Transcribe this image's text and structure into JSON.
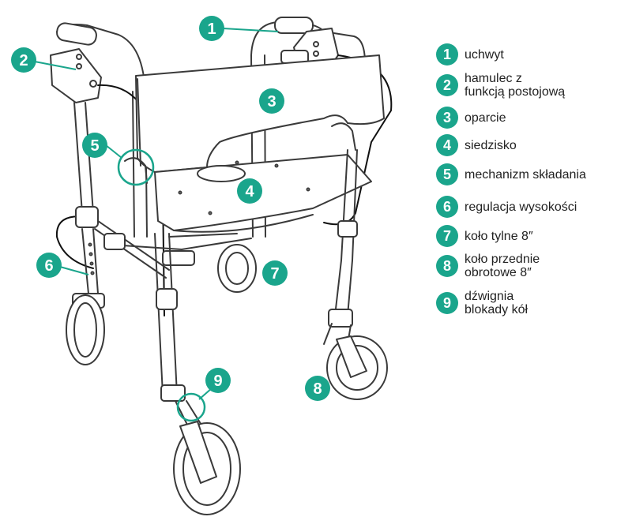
{
  "colors": {
    "accent": "#1aa58c",
    "outline": "#3a3a3a",
    "fill": "#ffffff"
  },
  "markers": [
    {
      "num": "1"
    },
    {
      "num": "2"
    },
    {
      "num": "3"
    },
    {
      "num": "4"
    },
    {
      "num": "5"
    },
    {
      "num": "6"
    },
    {
      "num": "7"
    },
    {
      "num": "8"
    },
    {
      "num": "9"
    }
  ],
  "legend": [
    {
      "num": "1",
      "label": "uchwyt"
    },
    {
      "num": "2",
      "label": "hamulec z\nfunkcją postojową"
    },
    {
      "num": "3",
      "label": "oparcie"
    },
    {
      "num": "4",
      "label": "siedzisko"
    },
    {
      "num": "5",
      "label": "mechanizm składania"
    },
    {
      "num": "6",
      "label": "regulacja wysokości"
    },
    {
      "num": "7",
      "label": "koło tylne 8″"
    },
    {
      "num": "8",
      "label": "koło przednie\nobrotowe 8″"
    },
    {
      "num": "9",
      "label": "dźwignia\nblokady kół"
    }
  ]
}
